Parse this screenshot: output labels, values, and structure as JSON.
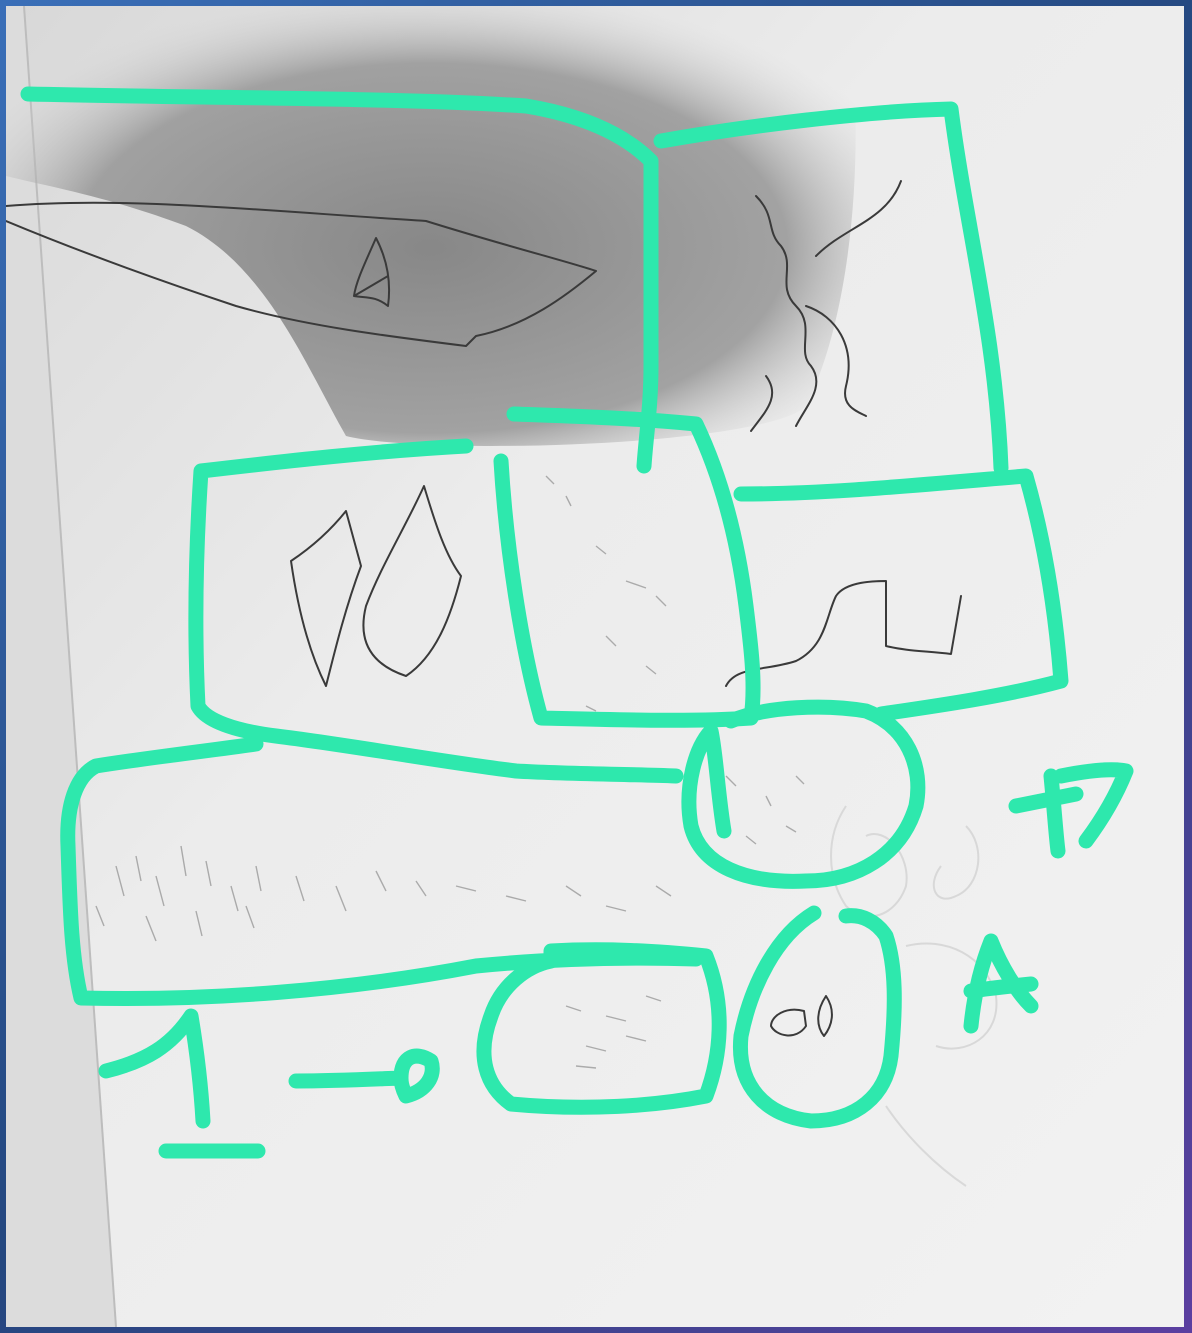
{
  "labels": {
    "label_1": "F7",
    "label_2": "A",
    "label_3": "I",
    "label_4": "→"
  },
  "colors": {
    "marker": "#2ee8ad",
    "pencil": "#3a3a3a",
    "paper": "#ececec",
    "shadow": "#8a8a8a",
    "frame": "#2d5a9e"
  }
}
